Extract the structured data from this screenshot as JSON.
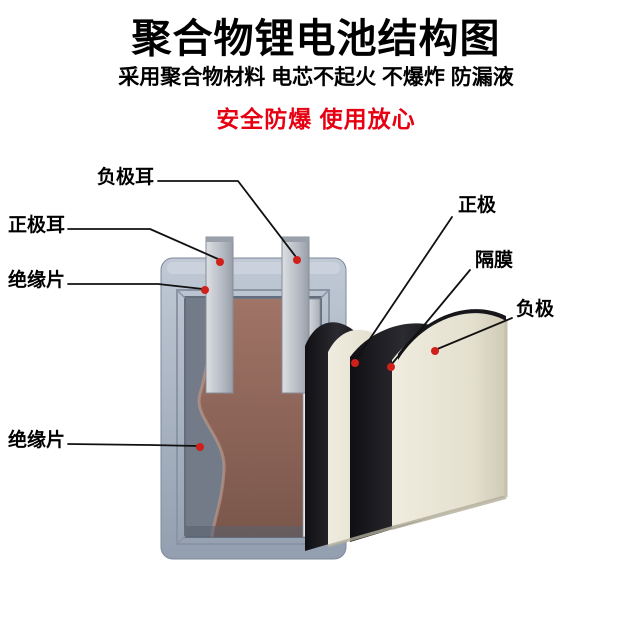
{
  "header": {
    "title": "聚合物锂电池结构图",
    "subtitle": "采用聚合物材料 电芯不起火 不爆炸 防漏液",
    "safety_note": "安全防爆 使用放心"
  },
  "diagram": {
    "labels": {
      "negative_tab": "负极耳",
      "positive_tab": "正极耳",
      "insulation_sheet_top": "绝缘片",
      "insulation_sheet_bottom": "绝缘片",
      "positive_electrode": "正极",
      "separator": "隔膜",
      "negative_electrode": "负极"
    },
    "colors": {
      "safety_text": "#e60012",
      "pointer_dot": "#d0201c",
      "case_body": "#a9b3c2",
      "case_interior_brown": "#8f6a5e",
      "electrode_sheet_black": "#1b1b1f",
      "separator_sheet_cream": "#e9e5d6",
      "tab_metal": "#c3c7cd"
    }
  }
}
